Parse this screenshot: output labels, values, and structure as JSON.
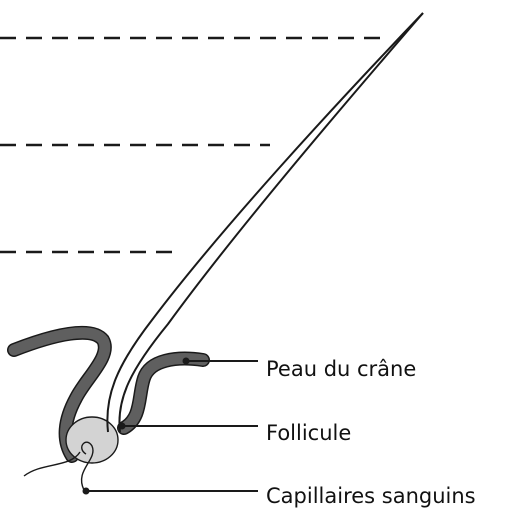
{
  "labels": {
    "scalp": "Peau du crâne",
    "follicle": "Follicule",
    "capillaries": "Capillaires sanguins"
  },
  "colors": {
    "skin": "#5f5f5f",
    "outline": "#1a1a1a",
    "bulb": "#d3d3d3",
    "background": "#ffffff"
  }
}
